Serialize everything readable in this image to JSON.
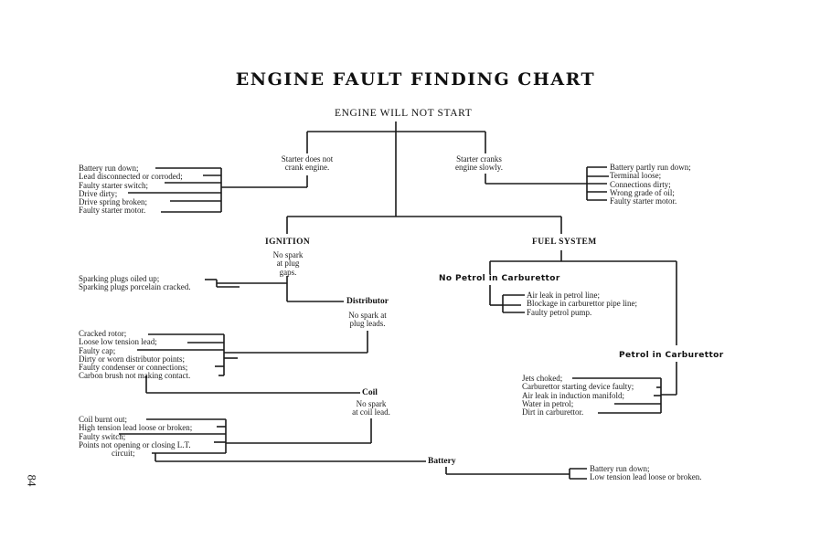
{
  "title": "ENGINE FAULT FINDING CHART",
  "root": "ENGINE WILL NOT START",
  "starter_no_crank": {
    "label": [
      "Starter does not",
      "crank engine."
    ],
    "causes": [
      "Battery run down;",
      "Lead disconnected or corroded;",
      "Faulty starter switch;",
      "Drive dirty;",
      "Drive spring broken;",
      "Faulty starter motor."
    ]
  },
  "starter_slow": {
    "label": [
      "Starter cranks",
      "engine slowly."
    ],
    "causes": [
      "Battery partly run down;",
      "Terminal loose;",
      "Connections dirty;",
      "Wrong grade of oil;",
      "Faulty starter motor."
    ]
  },
  "ignition": {
    "heading": "IGNITION",
    "note": [
      "No spark",
      "at plug",
      "gaps."
    ],
    "plug_causes": [
      "Sparking plugs oiled up;",
      "Sparking plugs porcelain cracked."
    ]
  },
  "distributor": {
    "heading": "Distributor",
    "note": [
      "No spark at",
      "plug leads."
    ],
    "causes": [
      "Cracked rotor;",
      "Loose low tension lead;",
      "Faulty cap;",
      "Dirty or worn distributor points;",
      "Faulty condenser or connections;",
      "Carbon brush not making contact."
    ]
  },
  "coil": {
    "heading": "Coil",
    "note": [
      "No spark",
      "at coil lead."
    ],
    "causes": [
      "Coil burnt out;",
      "High tension lead loose or broken;",
      "Faulty switch;",
      "Points not opening or closing L.T.",
      "circuit;"
    ]
  },
  "battery": {
    "heading": "Battery",
    "causes": [
      "Battery run down;",
      "Low tension lead loose or broken."
    ]
  },
  "fuel": {
    "heading": "FUEL SYSTEM",
    "no_petrol": {
      "heading": "No Petrol in Carburettor",
      "causes": [
        "Air leak in petrol line;",
        "Blockage in carburettor pipe line;",
        "Faulty petrol pump."
      ]
    },
    "petrol_in": {
      "heading": "Petrol in Carburettor",
      "causes": [
        "Jets choked;",
        "Carburettor starting device faulty;",
        "Air leak in induction manifold;",
        "Water in petrol;",
        "Dirt in carburettor."
      ]
    }
  },
  "page_number": "84"
}
